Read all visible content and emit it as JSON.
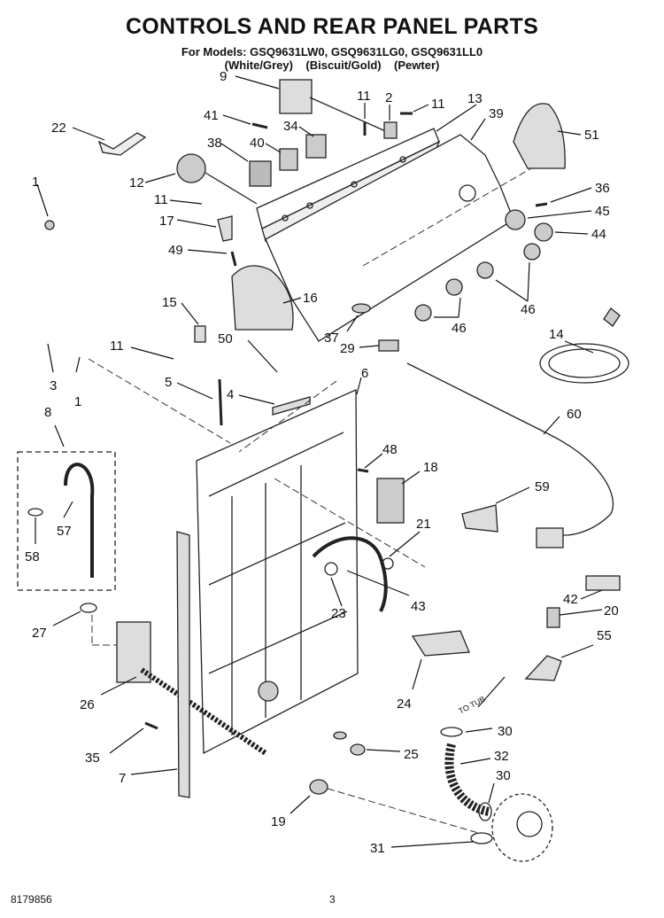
{
  "header": {
    "title": "CONTROLS AND REAR PANEL PARTS",
    "models_line": "For Models: GSQ9631LW0, GSQ9631LG0, GSQ9631LL0",
    "colors_line": "(White/Grey)    (Biscuit/Gold)    (Pewter)"
  },
  "diagram": {
    "callouts": {
      "c9": "9",
      "c2": "2",
      "c11a": "11",
      "c11b": "11",
      "c13": "13",
      "c39": "39",
      "c22": "22",
      "c41": "41",
      "c34": "34",
      "c51": "51",
      "c38": "38",
      "c40": "40",
      "c12": "12",
      "c1a": "1",
      "c11c": "11",
      "c36": "36",
      "c45": "45",
      "c17": "17",
      "c44": "44",
      "c49": "49",
      "c16": "16",
      "c46a": "46",
      "c15": "15",
      "c37": "37",
      "c46b": "46",
      "c14": "14",
      "c50": "50",
      "c29": "29",
      "c11d": "11",
      "c6": "6",
      "c5": "5",
      "c4": "4",
      "c3": "3",
      "c1b": "1",
      "c60": "60",
      "c8": "8",
      "c48": "48",
      "c18": "18",
      "c59": "59",
      "c57": "57",
      "c21": "21",
      "c58": "58",
      "c42": "42",
      "c43": "43",
      "c20": "20",
      "c27": "27",
      "c23": "23",
      "c55": "55",
      "c26": "26",
      "c24": "24",
      "c30a": "30",
      "c35": "35",
      "c25": "25",
      "c32": "32",
      "c7": "7",
      "c30b": "30",
      "c19": "19",
      "c31": "31"
    },
    "to_tub_label": "TO TUB"
  },
  "footer": {
    "doc_number": "8179856",
    "page_number": "3"
  }
}
